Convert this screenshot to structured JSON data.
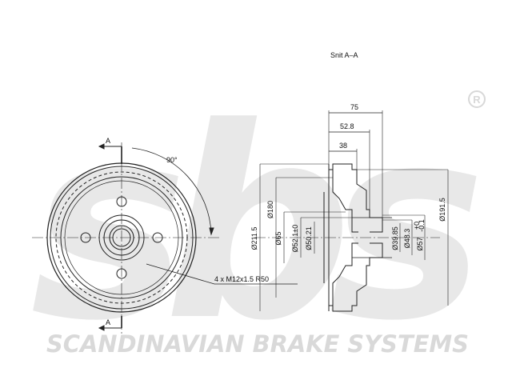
{
  "section_title": "Snit  A–A",
  "front_view": {
    "section_marker_top": "A",
    "section_marker_bottom": "A",
    "angle_label": "90°",
    "bolt_callout": "4 x M12x1.5  R50"
  },
  "section_view": {
    "dims_horizontal": [
      "75",
      "52.8",
      "38"
    ],
    "dims_left": [
      "Ø211.5",
      "Ø180",
      "Ø65",
      "Ø52.1±0",
      "Ø50.21"
    ],
    "dims_right": [
      "Ø39.85",
      "Ø48.3",
      "Ø57",
      "+0",
      "-0.1",
      "Ø191.5"
    ]
  },
  "watermark": {
    "logo_text": "sbs",
    "registered_mark": "®",
    "tagline": "SCANDINAVIAN BRAKE SYSTEMS"
  },
  "colors": {
    "line": "#222222",
    "watermark": "#e6e6e6"
  }
}
